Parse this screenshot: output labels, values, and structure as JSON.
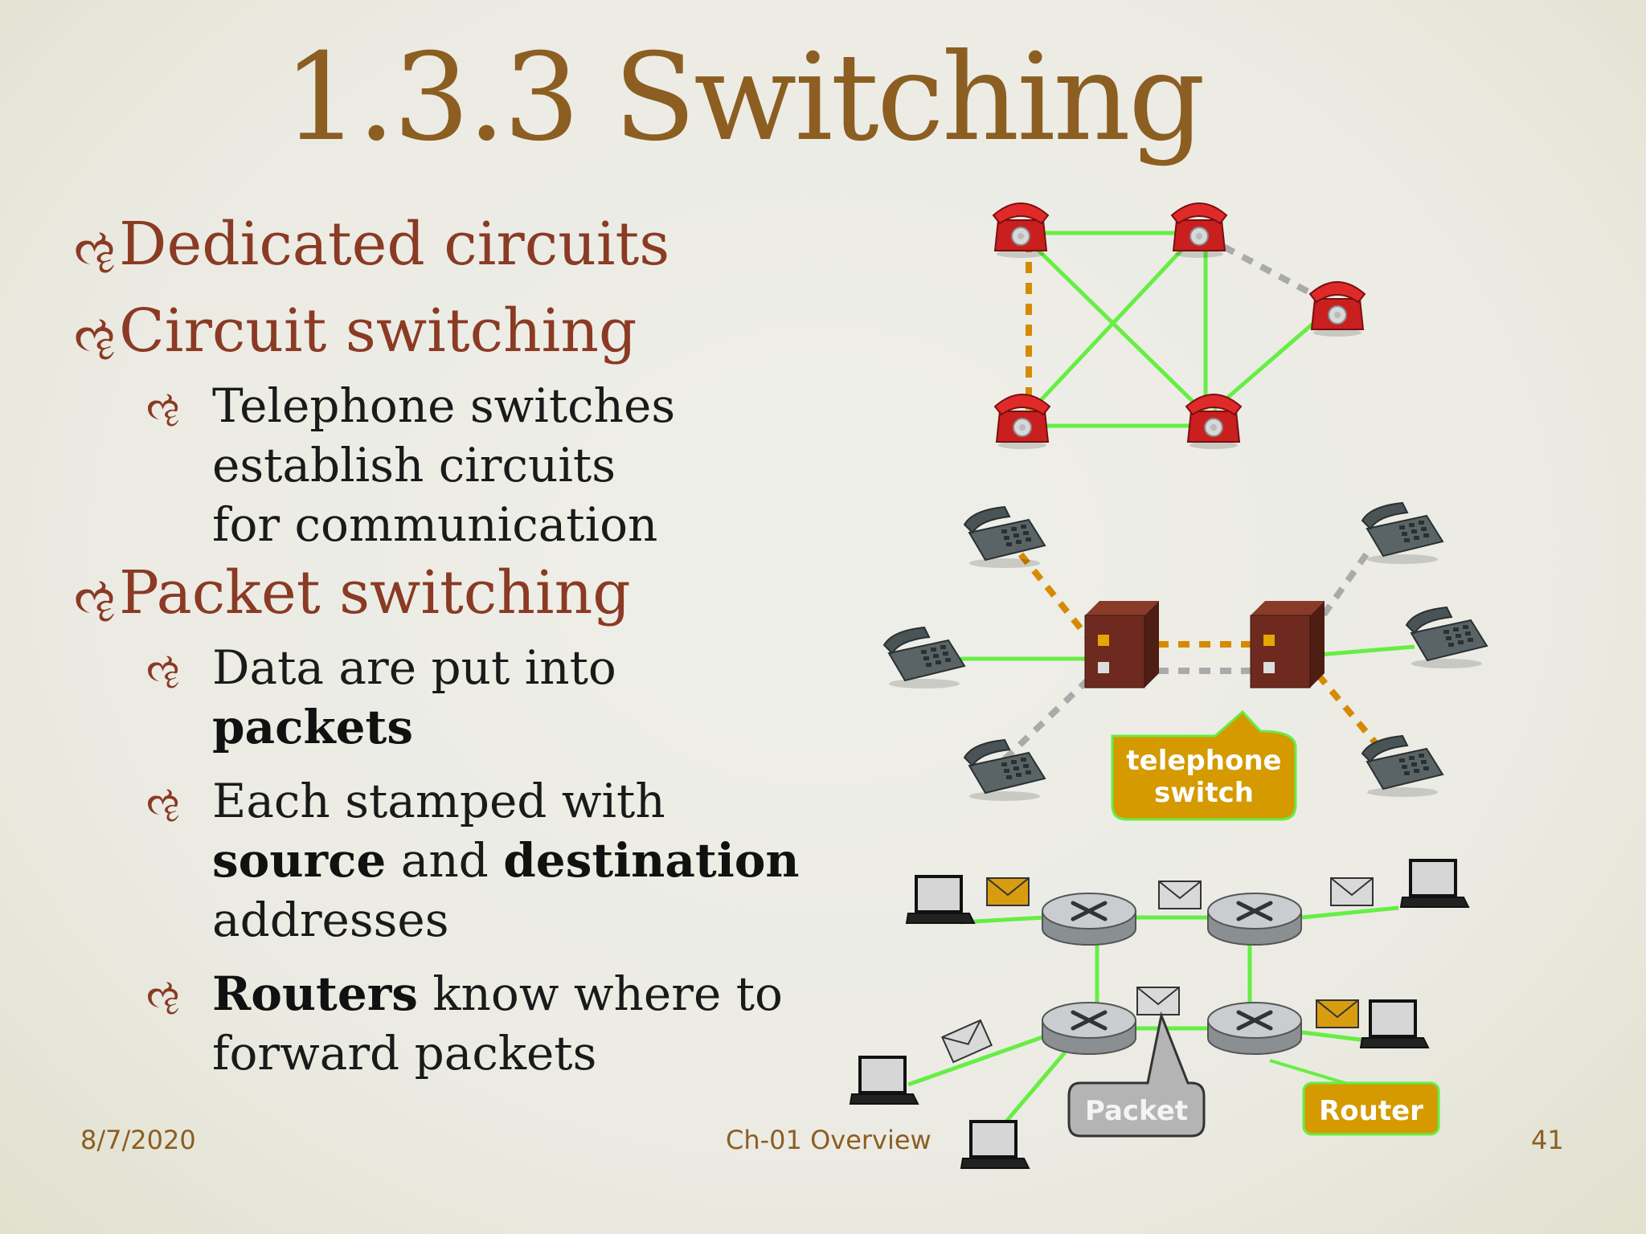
{
  "slide": {
    "title": "1.3.3 Switching",
    "bullet_marker_l1": "ૡ",
    "bullet_marker_l2": "ૡ",
    "bullets": {
      "dedicated": "Dedicated circuits",
      "circuit": "Circuit switching",
      "circuit_sub": [
        "Telephone switches",
        "establish circuits",
        "for communication"
      ],
      "packet": "Packet switching",
      "packet_sub1_a": "Data are put into",
      "packet_sub1_b": "packets",
      "packet_sub2_a": "Each stamped with",
      "packet_sub2_src": "source",
      "packet_sub2_and": " and ",
      "packet_sub2_dst": "destination",
      "packet_sub2_c": "addresses",
      "packet_sub3_bold": "Routers",
      "packet_sub3_a": " know where to",
      "packet_sub3_b": "forward packets"
    },
    "footer": {
      "date": "8/7/2020",
      "center": "Ch-01 Overview",
      "page": "41"
    }
  },
  "diagram": {
    "switch_callout": [
      "telephone",
      "switch"
    ],
    "packet_callout": "Packet",
    "router_callout": "Router",
    "colors": {
      "link_green": "#66ee44",
      "dashed_orange": "#d68a00",
      "dashed_gray": "#aaaaaa",
      "callout_gold": "#d49a00",
      "callout_gray": "#b4b4b4",
      "phone_red": "#cc2222",
      "switch_brown": "#6e2a1e"
    }
  }
}
